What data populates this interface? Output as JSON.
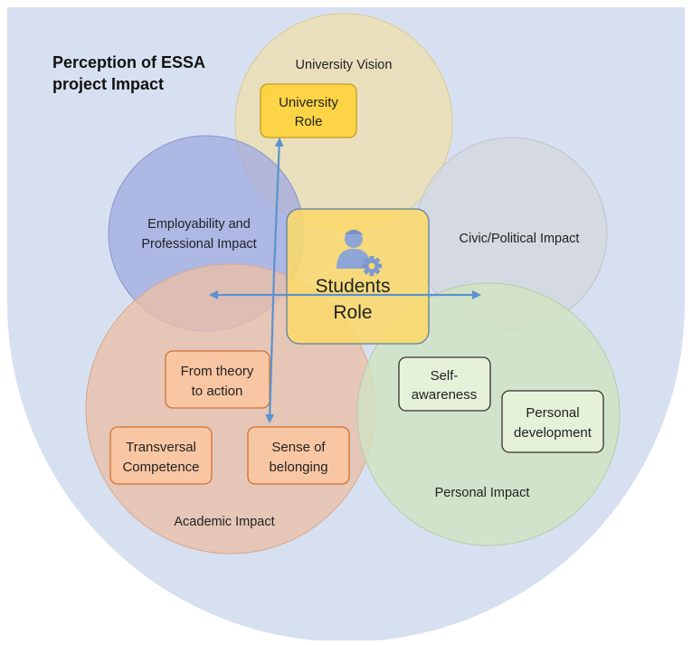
{
  "title": {
    "line1": "Perception of ESSA",
    "line2": "project Impact"
  },
  "colors": {
    "background_shape": "#d7e0f1",
    "university_vision": "#eedfae",
    "employability": "#9da8e0",
    "civic": "#d3d7df",
    "academic": "#ebbfa6",
    "personal": "#cfe3c1",
    "university_role_box": "#fcd446",
    "orange_box": "#f9c6a3",
    "green_box": "#e5f1d9",
    "center_box": "#fad86a",
    "arrow": "#5b92cf"
  },
  "circles": {
    "university_vision": {
      "label": "University Vision"
    },
    "employability": {
      "label_line1": "Employability and",
      "label_line2": "Professional Impact"
    },
    "civic": {
      "label": "Civic/Political Impact"
    },
    "academic": {
      "label": "Academic Impact"
    },
    "personal": {
      "label": "Personal Impact"
    }
  },
  "boxes": {
    "university_role": {
      "line1": "University",
      "line2": "Role"
    },
    "theory_action": {
      "line1": "From theory",
      "line2": "to action"
    },
    "transversal": {
      "line1": "Transversal",
      "line2": "Competence"
    },
    "belonging": {
      "line1": "Sense of",
      "line2": "belonging"
    },
    "self_awareness": {
      "line1": "Self-",
      "line2": "awareness"
    },
    "personal_development": {
      "line1": "Personal",
      "line2": "development"
    }
  },
  "center": {
    "line1": "Students",
    "line2": "Role",
    "icon": "student-gear-icon"
  }
}
